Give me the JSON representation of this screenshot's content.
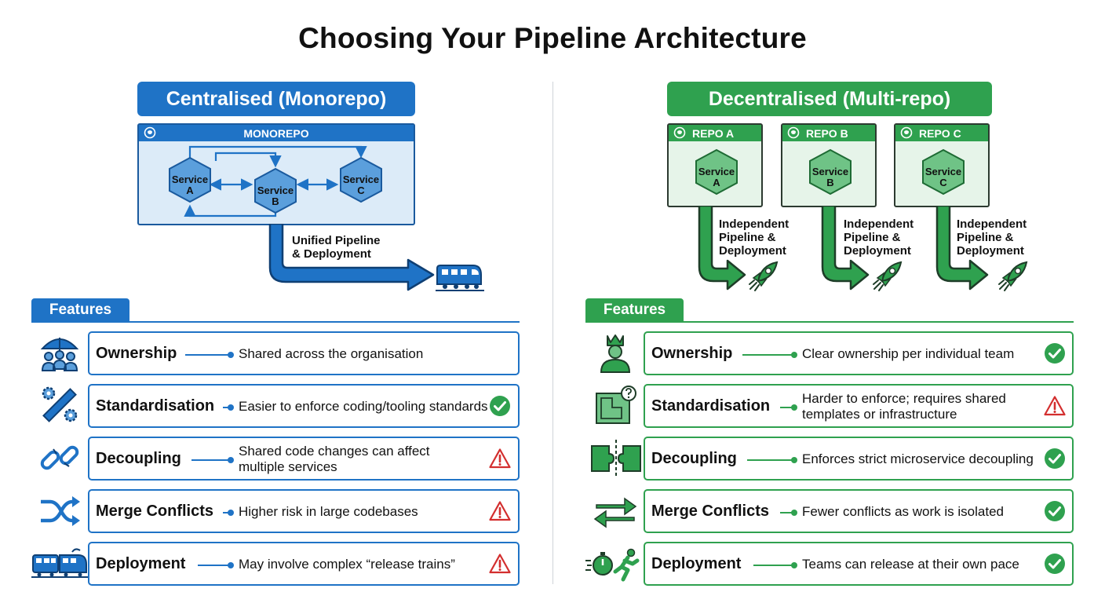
{
  "title": "Choosing Your Pipeline Architecture",
  "colors": {
    "blue": "#1f73c6",
    "green": "#2fa14f",
    "warning": "#d32f2f"
  },
  "left": {
    "heading": "Centralised (Monorepo)",
    "repo_label": "MONOREPO",
    "services": [
      {
        "line1": "Service",
        "line2": "A"
      },
      {
        "line1": "Service",
        "line2": "B"
      },
      {
        "line1": "Service",
        "line2": "C"
      }
    ],
    "pipeline_note": [
      "Unified Pipeline",
      "& Deployment"
    ],
    "deploy_icon": "train-icon",
    "features_label": "Features",
    "features": [
      {
        "name": "Ownership",
        "desc": [
          "Shared across the organisation"
        ],
        "icon": "umbrella-team-icon",
        "status": "none"
      },
      {
        "name": "Standardisation",
        "desc": [
          "Easier to enforce coding/tooling standards"
        ],
        "icon": "gears-ruler-icon",
        "status": "check"
      },
      {
        "name": "Decoupling",
        "desc": [
          "Shared code changes can affect",
          "multiple services"
        ],
        "icon": "broken-chain-icon",
        "status": "warning"
      },
      {
        "name": "Merge Conflicts",
        "desc": [
          "Higher risk in large codebases"
        ],
        "icon": "crossing-arrows-icon",
        "status": "warning"
      },
      {
        "name": "Deployment",
        "desc": [
          "May involve complex “release trains”"
        ],
        "icon": "train-icon",
        "status": "warning"
      }
    ]
  },
  "right": {
    "heading": "Decentralised (Multi-repo)",
    "repos": [
      {
        "label": "REPO A",
        "service": [
          "Service",
          "A"
        ],
        "note": [
          "Independent",
          "Pipeline &",
          "Deployment"
        ]
      },
      {
        "label": "REPO B",
        "service": [
          "Service",
          "B"
        ],
        "note": [
          "Independent",
          "Pipeline &",
          "Deployment"
        ]
      },
      {
        "label": "REPO C",
        "service": [
          "Service",
          "C"
        ],
        "note": [
          "Independent",
          "Pipeline &",
          "Deployment"
        ]
      }
    ],
    "deploy_icon": "rocket-icon",
    "features_label": "Features",
    "features": [
      {
        "name": "Ownership",
        "desc": [
          "Clear ownership per individual team"
        ],
        "icon": "crowned-person-icon",
        "status": "check"
      },
      {
        "name": "Standardisation",
        "desc": [
          "Harder to enforce; requires shared",
          "templates or infrastructure"
        ],
        "icon": "blueprint-question-icon",
        "status": "warning"
      },
      {
        "name": "Decoupling",
        "desc": [
          "Enforces strict microservice decoupling"
        ],
        "icon": "split-blocks-icon",
        "status": "check"
      },
      {
        "name": "Merge Conflicts",
        "desc": [
          "Fewer conflicts as work is isolated"
        ],
        "icon": "opposite-arrows-icon",
        "status": "check"
      },
      {
        "name": "Deployment",
        "desc": [
          "Teams can release at their own pace"
        ],
        "icon": "stopwatch-runner-icon",
        "status": "check"
      }
    ]
  }
}
